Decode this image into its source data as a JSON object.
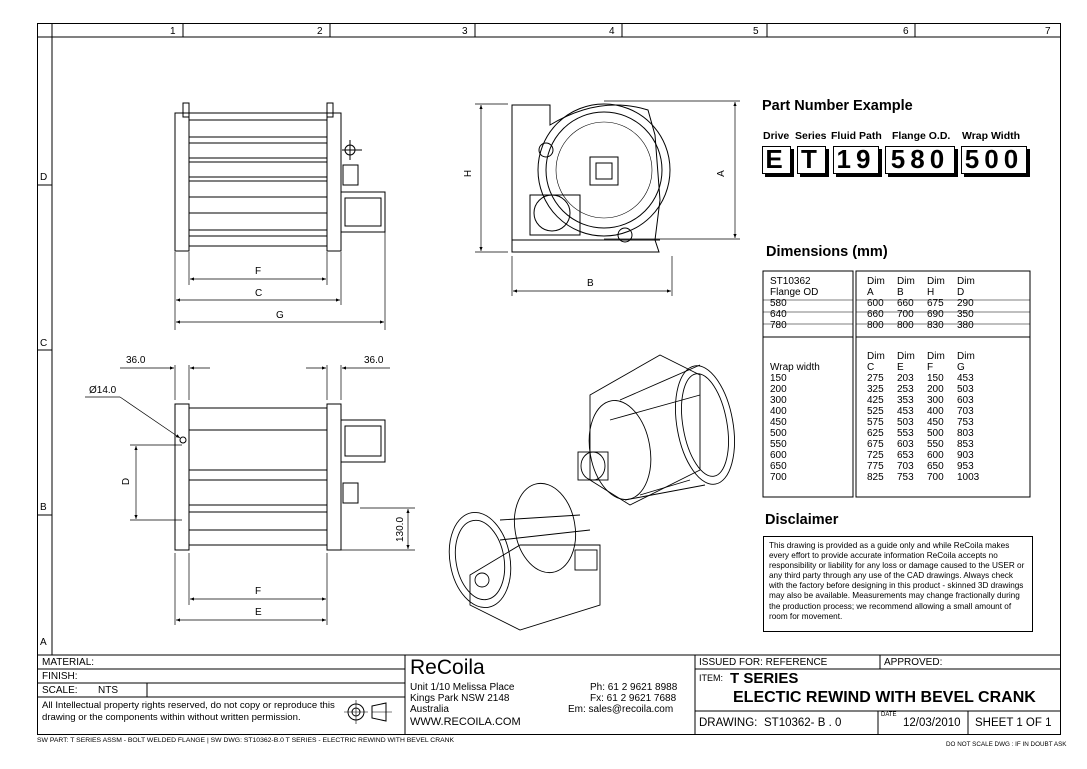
{
  "zones": {
    "columns": [
      "1",
      "2",
      "3",
      "4",
      "5",
      "6",
      "7"
    ],
    "rows": [
      "D",
      "C",
      "B",
      "A"
    ]
  },
  "part_number": {
    "title": "Part Number Example",
    "labels": [
      "Drive",
      "Series",
      "Fluid Path",
      "Flange O.D.",
      "Wrap Width"
    ],
    "boxes": [
      "E",
      "T",
      "19",
      "580",
      "500"
    ]
  },
  "dimensions": {
    "title": "Dimensions (mm)",
    "flange_header": [
      "ST10362",
      "Flange OD"
    ],
    "flange_cols": [
      [
        "Dim",
        "A"
      ],
      [
        "Dim",
        "B"
      ],
      [
        "Dim",
        "H"
      ],
      [
        "Dim",
        "D"
      ]
    ],
    "flange_rows": [
      [
        "580",
        "600",
        "660",
        "675",
        "290"
      ],
      [
        "640",
        "660",
        "700",
        "690",
        "350"
      ],
      [
        "780",
        "800",
        "800",
        "830",
        "380"
      ]
    ],
    "wrap_header": "Wrap width",
    "wrap_cols": [
      [
        "Dim",
        "C"
      ],
      [
        "Dim",
        "E"
      ],
      [
        "Dim",
        "F"
      ],
      [
        "Dim",
        "G"
      ]
    ],
    "wrap_rows": [
      [
        "150",
        "275",
        "203",
        "150",
        "453"
      ],
      [
        "200",
        "325",
        "253",
        "200",
        "503"
      ],
      [
        "300",
        "425",
        "353",
        "300",
        "603"
      ],
      [
        "400",
        "525",
        "453",
        "400",
        "703"
      ],
      [
        "450",
        "575",
        "503",
        "450",
        "753"
      ],
      [
        "500",
        "625",
        "553",
        "500",
        "803"
      ],
      [
        "550",
        "675",
        "603",
        "550",
        "853"
      ],
      [
        "600",
        "725",
        "653",
        "600",
        "903"
      ],
      [
        "650",
        "775",
        "703",
        "650",
        "953"
      ],
      [
        "700",
        "825",
        "753",
        "700",
        "1003"
      ]
    ]
  },
  "disclaimer": {
    "title": "Disclaimer",
    "text": "This drawing is provided as a guide only and while ReCoila makes every effort to provide accurate information ReCoila accepts no responsibility or liability for any loss or damage caused to the USER or any third party through any use of the CAD drawings. Always check with the factory before designing in this product - skinned 3D drawings may also be available. Measurements may change fractionally during the production process; we recommend allowing a small amount of room for movement."
  },
  "drawing_labels": {
    "top_f": "F",
    "top_c": "C",
    "top_g": "G",
    "side_h": "H",
    "side_a": "A",
    "side_b": "B",
    "dim36_left": "36.0",
    "dim36_right": "36.0",
    "hole": "Ø14.0",
    "front_d": "D",
    "front_130": "130.0",
    "front_f": "F",
    "front_e": "E"
  },
  "title_block": {
    "material_label": "MATERIAL:",
    "finish_label": "FINISH:",
    "scale_label": "SCALE:",
    "scale_value": "NTS",
    "ip_notice": "All Intellectual property rights reserved, do not copy or reproduce this drawing or the components within without written permission.",
    "company": "ReCoila",
    "address": [
      "Unit 1/10 Melissa Place",
      "Kings Park NSW 2148",
      "Australia",
      "WWW.RECOILA.COM"
    ],
    "contact": [
      "Ph: 61 2 9621 8988",
      "Fx: 61 2 9621 7688",
      "Em: sales@recoila.com"
    ],
    "issued_label": "ISSUED FOR: REFERENCE",
    "approved_label": "APPROVED:",
    "item_label": "ITEM:",
    "item_line1": "T SERIES",
    "item_line2": "ELECTIC REWIND WITH BEVEL CRANK",
    "drawing_label": "DRAWING:",
    "drawing_value": "ST10362- B . 0",
    "date_label": "DATE",
    "date_value": "12/03/2010",
    "sheet": "SHEET 1 OF 1"
  },
  "footer": {
    "left": "SW PART: T SERIES ASSM - BOLT WELDED FLANGE | SW DWG: ST10362-B.0 T SERIES - ELECTRIC REWIND WITH BEVEL CRANK",
    "right": "DO NOT SCALE DWG : IF IN DOUBT ASK"
  }
}
